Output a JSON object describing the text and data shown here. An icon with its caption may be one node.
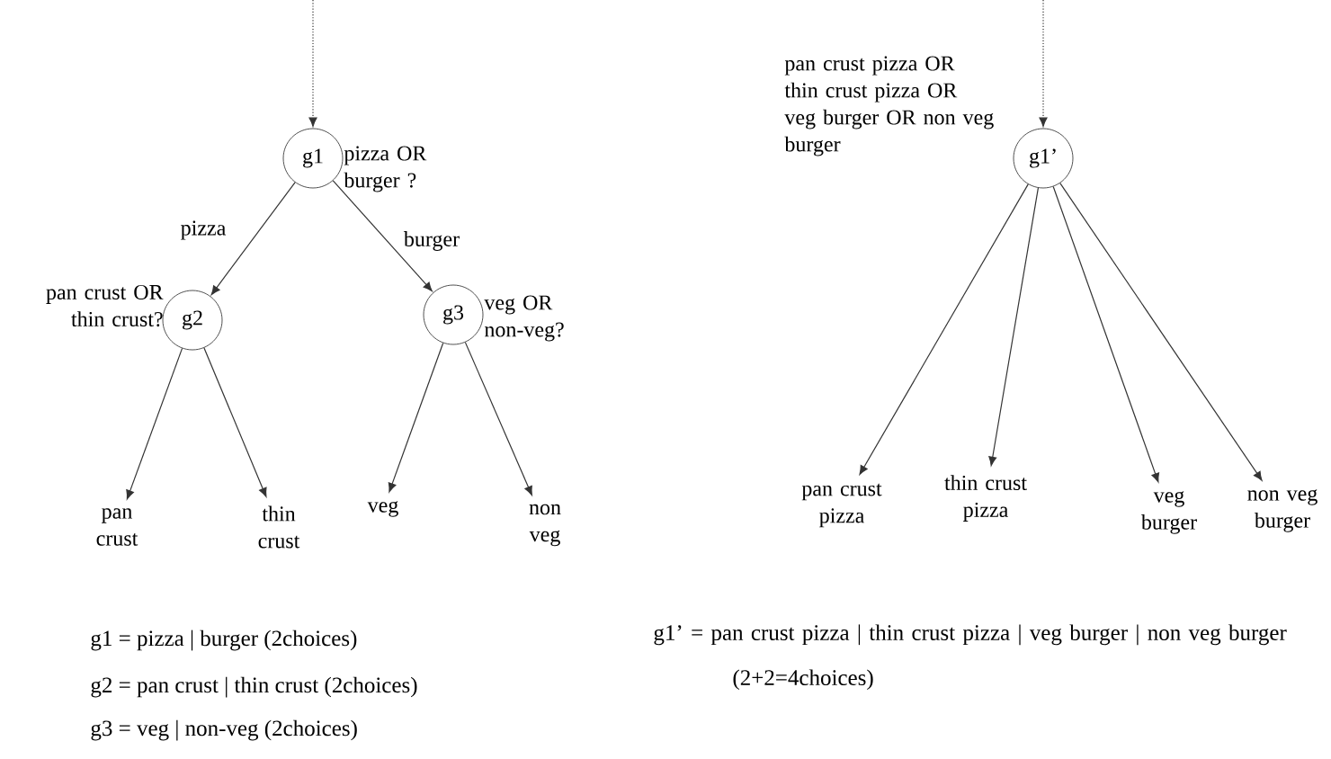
{
  "diagram": {
    "nodes": [
      {
        "text": [
          "g1"
        ],
        "beside": [
          "pizza OR burger ?"
        ]
      },
      {
        "text": [
          "g2"
        ],
        "beside": [
          "pan crust OR thin crust?"
        ]
      },
      {
        "text": [
          "g3"
        ],
        "beside": [
          "veg OR non-veg?"
        ]
      },
      {
        "text": [
          "pan crust"
        ]
      },
      {
        "text": [
          "thin crust"
        ]
      },
      {
        "text": [
          "veg"
        ]
      },
      {
        "text": [
          "non veg"
        ]
      },
      {
        "text": [
          "g1’"
        ],
        "beside": [
          "pan crust pizza OR thin crust pizza OR veg burger OR non veg burger"
        ]
      },
      {
        "text": [
          "pan crust pizza"
        ]
      },
      {
        "text": [
          "thin crust pizza"
        ]
      },
      {
        "text": [
          "veg burger"
        ]
      },
      {
        "text": [
          "non veg burger"
        ]
      }
    ],
    "edges": [
      {
        "from": null,
        "to": 0,
        "arrow": "to",
        "style": "dashed"
      },
      {
        "from": 0,
        "to": 1,
        "arrow": "to",
        "label": "pizza"
      },
      {
        "from": 0,
        "to": 2,
        "arrow": "to",
        "label": "burger"
      },
      {
        "from": 1,
        "to": 3,
        "arrow": "to"
      },
      {
        "from": 1,
        "to": 4,
        "arrow": "to"
      },
      {
        "from": 2,
        "to": 5,
        "arrow": "to"
      },
      {
        "from": 2,
        "to": 6,
        "arrow": "to"
      },
      {
        "from": null,
        "to": 7,
        "arrow": "to",
        "style": "dashed"
      },
      {
        "from": 7,
        "to": 8,
        "arrow": "to"
      },
      {
        "from": 7,
        "to": 9,
        "arrow": "to"
      },
      {
        "from": 7,
        "to": 10,
        "arrow": "to"
      },
      {
        "from": 7,
        "to": 11,
        "arrow": "to"
      }
    ],
    "labels": [
      "g1 = pizza | burger (2choices)",
      "g2 = pan crust | thin crust (2choices)",
      "g3 = veg | non-veg (2choices)",
      "g1’ = pan crust pizza | thin crust pizza | veg burger | non veg burger (2+2=4choices)"
    ]
  }
}
